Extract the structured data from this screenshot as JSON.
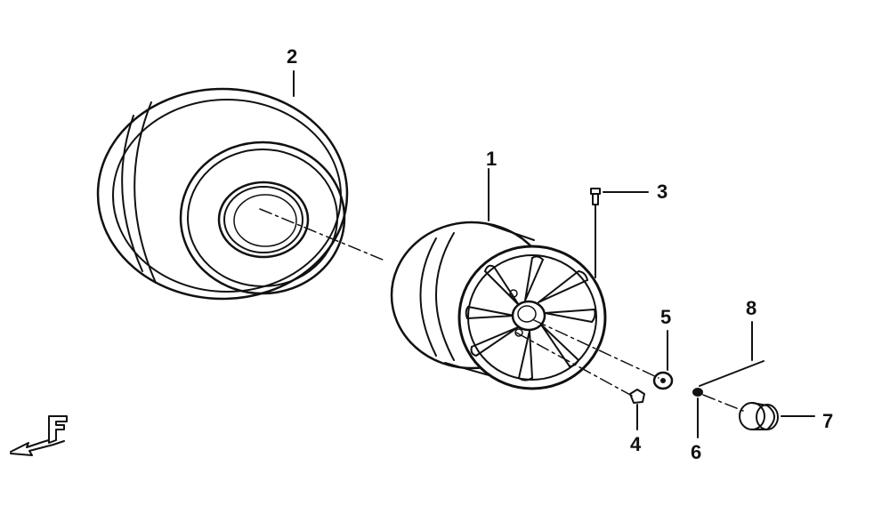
{
  "diagram": {
    "parts": [
      {
        "number": "1",
        "part": "wheel-rim"
      },
      {
        "number": "2",
        "part": "tire"
      },
      {
        "number": "3",
        "part": "valve-stem"
      },
      {
        "number": "4",
        "part": "lug-nut"
      },
      {
        "number": "5",
        "part": "washer"
      },
      {
        "number": "6",
        "part": "nut"
      },
      {
        "number": "7",
        "part": "hub-cap"
      },
      {
        "number": "8",
        "part": "cotter-pin"
      }
    ],
    "direction_marker": {
      "letter": "F",
      "icon": "front-direction-arrow-icon"
    },
    "colors": {
      "line": "#111111",
      "background": "#ffffff"
    }
  }
}
